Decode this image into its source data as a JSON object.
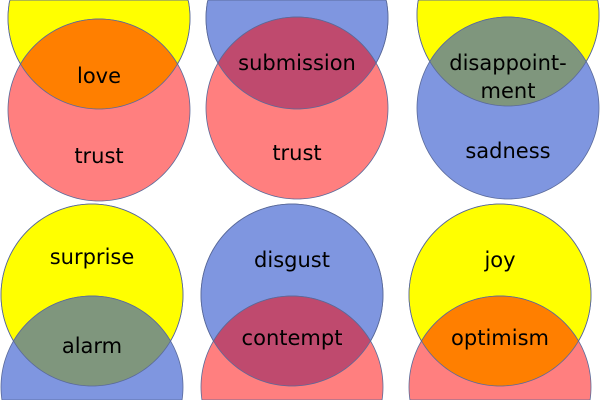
{
  "colors": {
    "yellow": "#ffff00",
    "red": "#ff7f7f",
    "blue": "#7f96e0",
    "orange": "#ff7f00",
    "purple": "#bf4a6e",
    "green": "#7f967d",
    "stroke": "#5a6a9a"
  },
  "panels": [
    {
      "top_color": "yellow",
      "bottom_color": "red",
      "overlap_color": "orange",
      "top_label": "",
      "overlap_label": "love",
      "overlap_label_2": "",
      "bottom_label": "trust"
    },
    {
      "top_color": "blue",
      "bottom_color": "red",
      "overlap_color": "purple",
      "top_label": "",
      "overlap_label": "submission",
      "overlap_label_2": "",
      "bottom_label": "trust"
    },
    {
      "top_color": "yellow",
      "bottom_color": "blue",
      "overlap_color": "green",
      "top_label": "",
      "overlap_label": "disappoint-",
      "overlap_label_2": "ment",
      "bottom_label": "sadness"
    },
    {
      "top_color": "yellow",
      "bottom_color": "blue",
      "overlap_color": "green",
      "top_label": "surprise",
      "overlap_label": "alarm",
      "overlap_label_2": "",
      "bottom_label": ""
    },
    {
      "top_color": "blue",
      "bottom_color": "red",
      "overlap_color": "purple",
      "top_label": "disgust",
      "overlap_label": "contempt",
      "overlap_label_2": "",
      "bottom_label": ""
    },
    {
      "top_color": "yellow",
      "bottom_color": "red",
      "overlap_color": "orange",
      "top_label": "joy",
      "overlap_label": "optimism",
      "overlap_label_2": "",
      "bottom_label": ""
    }
  ]
}
